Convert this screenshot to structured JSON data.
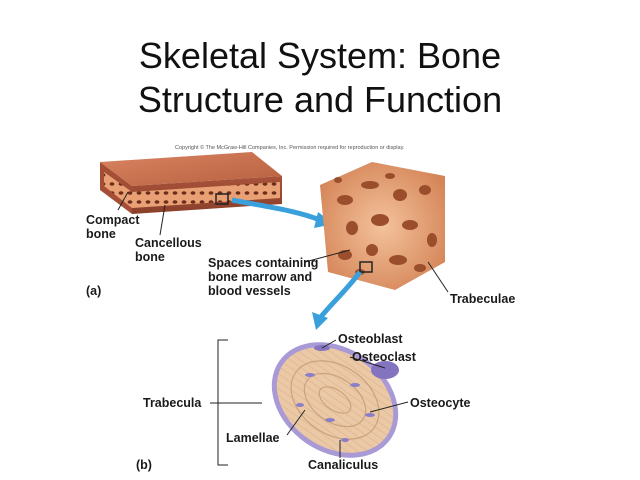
{
  "title_line1": "Skeletal System:  Bone",
  "title_line2": "Structure and Function",
  "copyright": "Copyright © The McGraw-Hill Companies, Inc. Permission required for reproduction or display.",
  "panel_a": {
    "panel_label": "(a)",
    "compact_bone": [
      "Compact",
      "bone"
    ],
    "cancellous_bone": [
      "Cancellous",
      "bone"
    ],
    "spaces": [
      "Spaces containing",
      "bone marrow and",
      "blood vessels"
    ],
    "trabeculae": "Trabeculae"
  },
  "panel_b": {
    "panel_label": "(b)",
    "osteoblast": "Osteoblast",
    "osteoclast": "Osteoclast",
    "trabecula": "Trabecula",
    "osteocyte": "Osteocyte",
    "lamellae": "Lamellae",
    "canaliculus": "Canaliculus"
  },
  "colors": {
    "bone_top": "#c9714f",
    "bone_side": "#b5583a",
    "spongy": "#e8a57a",
    "arrow": "#3aa0dc",
    "lamella": "#e9c6a3",
    "cell_purple": "#8c7fc9"
  }
}
